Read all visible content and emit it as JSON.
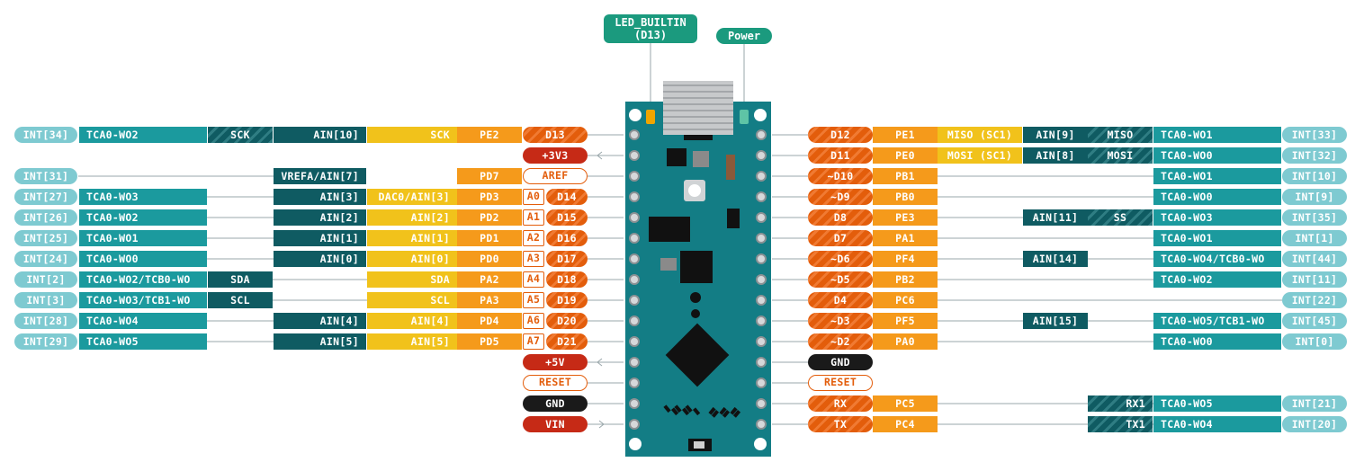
{
  "top": {
    "led": [
      "LED_BUILTIN",
      "(D13)"
    ],
    "power": "Power"
  },
  "left_rows": [
    {
      "pin": "D13",
      "port": "PE2",
      "yel": "SCK",
      "ain": "AIN[10]",
      "spi": "SCK",
      "tca": "TCA0-WO2",
      "int": "INT[34]"
    },
    {
      "pin": "+3V3"
    },
    {
      "pin": "AREF",
      "port": "PD7",
      "ain": "VREFA/AIN[7]",
      "int": "INT[31]"
    },
    {
      "analog": "A0",
      "pin": "D14",
      "port": "PD3",
      "yel": "DAC0/AIN[3]",
      "ain": "AIN[3]",
      "tca": "TCA0-WO3",
      "int": "INT[27]"
    },
    {
      "analog": "A1",
      "pin": "D15",
      "port": "PD2",
      "yel": "AIN[2]",
      "ain": "AIN[2]",
      "tca": "TCA0-WO2",
      "int": "INT[26]"
    },
    {
      "analog": "A2",
      "pin": "D16",
      "port": "PD1",
      "yel": "AIN[1]",
      "ain": "AIN[1]",
      "tca": "TCA0-WO1",
      "int": "INT[25]"
    },
    {
      "analog": "A3",
      "pin": "D17",
      "port": "PD0",
      "yel": "AIN[0]",
      "ain": "AIN[0]",
      "tca": "TCA0-WO0",
      "int": "INT[24]"
    },
    {
      "analog": "A4",
      "pin": "D18",
      "port": "PA2",
      "yel": "SDA",
      "i2c": "SDA",
      "tca": "TCA0-WO2/TCB0-WO",
      "int": "INT[2]"
    },
    {
      "analog": "A5",
      "pin": "D19",
      "port": "PA3",
      "yel": "SCL",
      "i2c": "SCL",
      "tca": "TCA0-WO3/TCB1-WO",
      "int": "INT[3]"
    },
    {
      "analog": "A6",
      "pin": "D20",
      "port": "PD4",
      "yel": "AIN[4]",
      "ain": "AIN[4]",
      "tca": "TCA0-WO4",
      "int": "INT[28]"
    },
    {
      "analog": "A7",
      "pin": "D21",
      "port": "PD5",
      "yel": "AIN[5]",
      "ain": "AIN[5]",
      "tca": "TCA0-WO5",
      "int": "INT[29]"
    },
    {
      "pin": "+5V"
    },
    {
      "pin": "RESET"
    },
    {
      "pin": "GND"
    },
    {
      "pin": "VIN"
    }
  ],
  "right_rows": [
    {
      "pin": "D12",
      "port": "PE1",
      "miso": "MISO (SC1)",
      "ain": "AIN[9]",
      "spi": "MISO",
      "tca": "TCA0-WO1",
      "int": "INT[33]"
    },
    {
      "pin": "D11",
      "port": "PE0",
      "miso": "MOSI (SC1)",
      "ain": "AIN[8]",
      "spi": "MOSI",
      "tca": "TCA0-WO0",
      "int": "INT[32]"
    },
    {
      "pin": "~D10",
      "port": "PB1",
      "tca": "TCA0-WO1",
      "int": "INT[10]"
    },
    {
      "pin": "~D9",
      "port": "PB0",
      "tca": "TCA0-WO0",
      "int": "INT[9]"
    },
    {
      "pin": "D8",
      "port": "PE3",
      "ain": "AIN[11]",
      "spi": "SS",
      "tca": "TCA0-WO3",
      "int": "INT[35]"
    },
    {
      "pin": "D7",
      "port": "PA1",
      "tca": "TCA0-WO1",
      "int": "INT[1]"
    },
    {
      "pin": "~D6",
      "port": "PF4",
      "ain": "AIN[14]",
      "tca": "TCA0-WO4/TCB0-WO",
      "int": "INT[44]"
    },
    {
      "pin": "~D5",
      "port": "PB2",
      "tca": "TCA0-WO2",
      "int": "INT[11]"
    },
    {
      "pin": "D4",
      "port": "PC6",
      "int": "INT[22]"
    },
    {
      "pin": "~D3",
      "port": "PF5",
      "ain": "AIN[15]",
      "tca": "TCA0-WO5/TCB1-WO",
      "int": "INT[45]"
    },
    {
      "pin": "~D2",
      "port": "PA0",
      "tca": "TCA0-WO0",
      "int": "INT[0]"
    },
    {
      "pin": "GND"
    },
    {
      "pin": "RESET"
    },
    {
      "pin": "RX",
      "port": "PC5",
      "uart": "RX1",
      "tca": "TCA0-WO5",
      "int": "INT[21]"
    },
    {
      "pin": "TX",
      "port": "PC4",
      "uart": "TX1",
      "tca": "TCA0-WO4",
      "int": "INT[20]"
    }
  ]
}
